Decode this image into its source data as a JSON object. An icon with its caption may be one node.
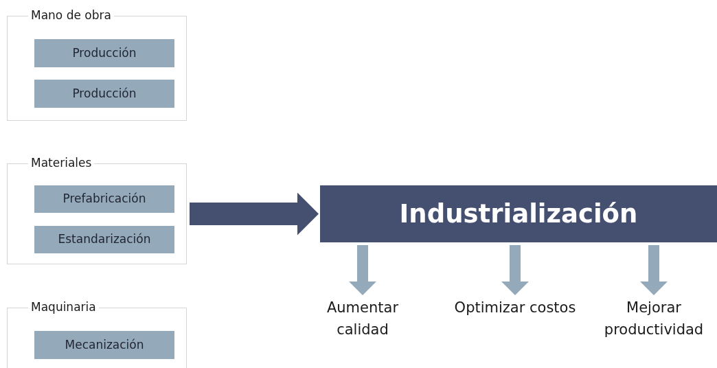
{
  "diagram": {
    "nodes": [
      {
        "text": [
          "Mano de obra"
        ]
      },
      {
        "text": [
          "Producción"
        ],
        "in": 0
      },
      {
        "text": [
          "Producción"
        ],
        "in": 0
      },
      {
        "text": [
          "Materiales"
        ]
      },
      {
        "text": [
          "Prefabricación"
        ],
        "in": 3
      },
      {
        "text": [
          "Estandarización"
        ],
        "in": 3
      },
      {
        "text": [
          "Maquinaria"
        ]
      },
      {
        "text": [
          "Mecanización"
        ],
        "in": 6
      },
      {
        "text": [
          "Industrialización"
        ]
      },
      {
        "text": [
          "Aumentar calidad"
        ]
      },
      {
        "text": [
          "Optimizar costos"
        ]
      },
      {
        "text": [
          "Mejorar productividad"
        ]
      }
    ],
    "edges": [
      {
        "from": 3,
        "to": 8,
        "arrow": "to",
        "style": "thick",
        "color": "#454f70"
      },
      {
        "from": 8,
        "to": 9,
        "arrow": "to"
      },
      {
        "from": 8,
        "to": 10,
        "arrow": "to"
      },
      {
        "from": 8,
        "to": 11,
        "arrow": "to"
      }
    ]
  }
}
